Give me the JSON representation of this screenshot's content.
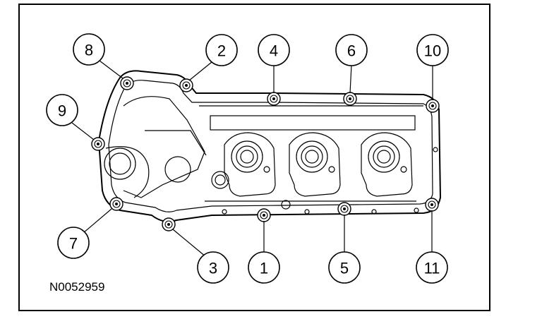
{
  "figure_code": "N0052959",
  "callouts": [
    {
      "id": "1",
      "label": "1"
    },
    {
      "id": "2",
      "label": "2"
    },
    {
      "id": "3",
      "label": "3"
    },
    {
      "id": "4",
      "label": "4"
    },
    {
      "id": "5",
      "label": "5"
    },
    {
      "id": "6",
      "label": "6"
    },
    {
      "id": "7",
      "label": "7"
    },
    {
      "id": "8",
      "label": "8"
    },
    {
      "id": "9",
      "label": "9"
    },
    {
      "id": "10",
      "label": "10"
    },
    {
      "id": "11",
      "label": "11"
    }
  ]
}
